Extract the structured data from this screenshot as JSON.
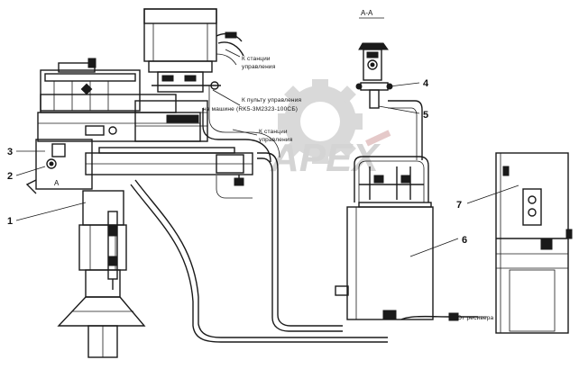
{
  "section_label": "А-А",
  "view_marker": "А",
  "callouts": {
    "c1": "1",
    "c2": "2",
    "c3": "3",
    "c4": "4",
    "c5": "5",
    "c6": "6",
    "c7": "7"
  },
  "notes": {
    "to_station_top_1": "К станции",
    "to_station_top_2": "управления",
    "to_panel_1": "К пульту управления",
    "to_panel_2": "на машине (RK5-3M2323-100СБ)",
    "to_station_mid_1": "К станции",
    "to_station_mid_2": "управления",
    "from_receiver": "От ресивера"
  },
  "watermark": {
    "text": "APEX",
    "colors": {
      "text": "#d4d4d4",
      "gear": "#d9d9d9",
      "accent": "#e5c9c9"
    }
  }
}
